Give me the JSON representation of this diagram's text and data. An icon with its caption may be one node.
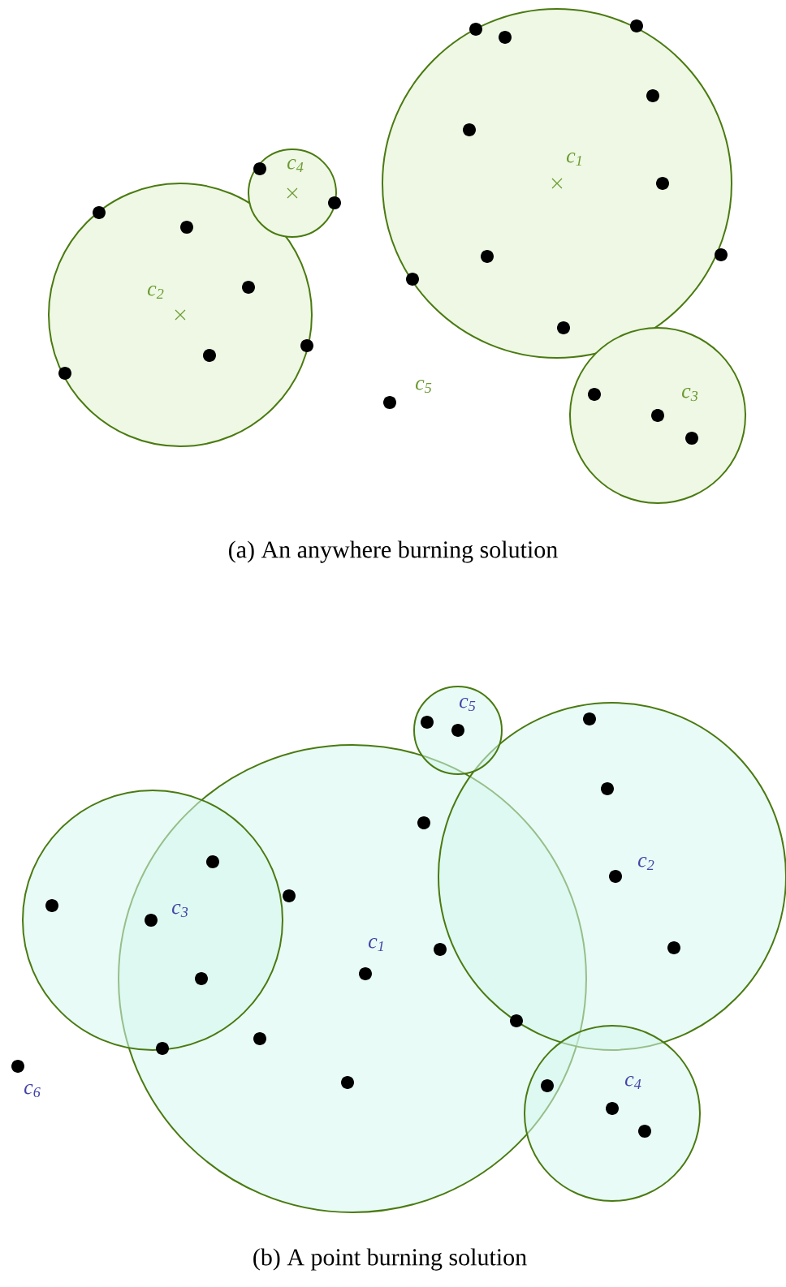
{
  "diagram": {
    "nodes": [
      {
        "text": [
          "c$_{1}$"
        ]
      },
      {
        "text": [
          "c$_{2}$"
        ]
      },
      {
        "text": [
          "c$_{3}$"
        ]
      },
      {
        "text": [
          "c$_{4}$"
        ]
      },
      {
        "text": [
          "c$_{5}$"
        ]
      },
      {
        "text": [
          "c$_{1}$"
        ]
      },
      {
        "text": [
          "c$_{2}$"
        ]
      },
      {
        "text": [
          "c$_{3}$"
        ]
      },
      {
        "text": [
          "c$_{4}$"
        ]
      },
      {
        "text": [
          "c$_{5}$"
        ]
      },
      {
        "text": [
          "c$_{6}$"
        ]
      }
    ],
    "labels": [
      "(a) An anywhere burning solution",
      "(b) A point burning solution"
    ]
  }
}
